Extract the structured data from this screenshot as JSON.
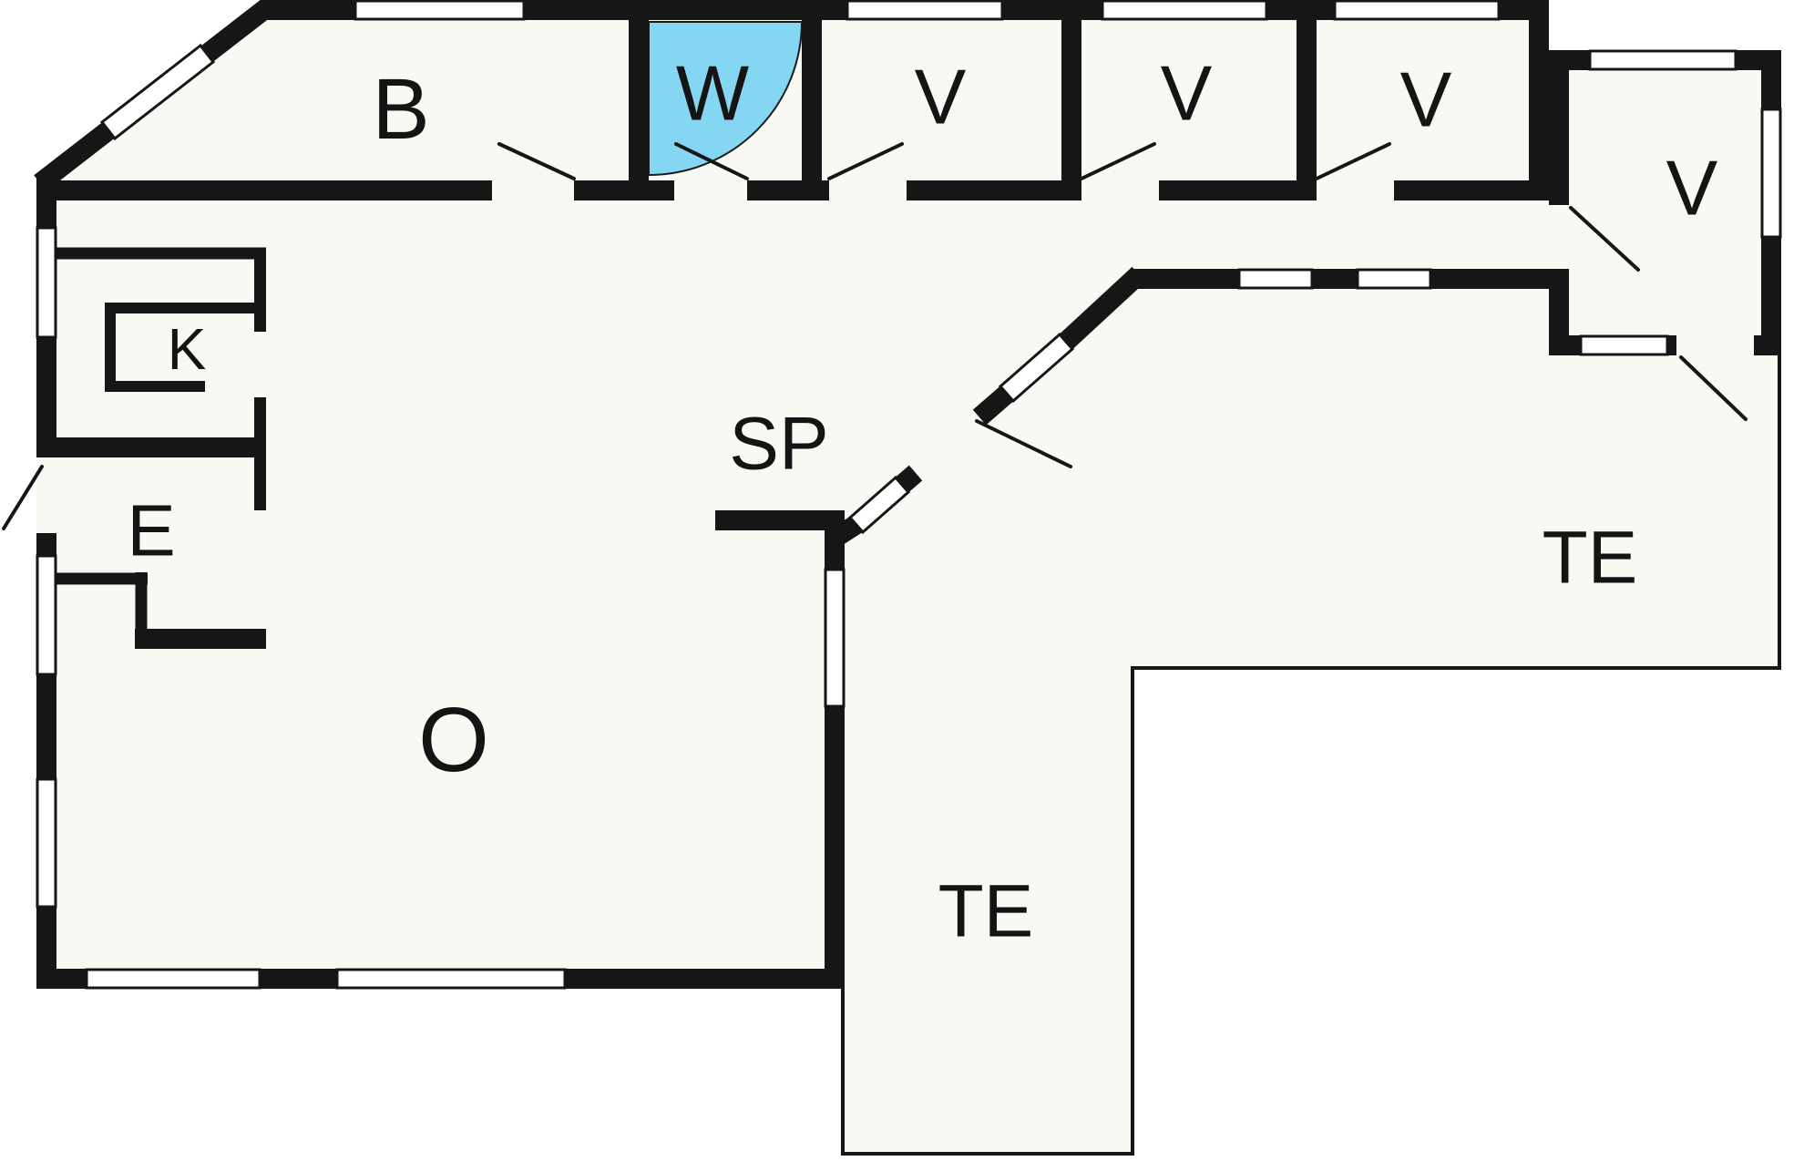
{
  "palette": {
    "wall": "#161616",
    "floor": "#f9f9f4",
    "outside": "#ffffff",
    "shower_blue": "#85d6f2"
  },
  "rooms": {
    "b": {
      "label": "B"
    },
    "w": {
      "label": "W"
    },
    "v1": {
      "label": "V"
    },
    "v2": {
      "label": "V"
    },
    "v3": {
      "label": "V"
    },
    "v4": {
      "label": "V"
    },
    "k": {
      "label": "K"
    },
    "e": {
      "label": "E"
    },
    "sp": {
      "label": "SP"
    },
    "o": {
      "label": "O"
    },
    "te_right": {
      "label": "TE"
    },
    "te_bottom": {
      "label": "TE"
    }
  }
}
